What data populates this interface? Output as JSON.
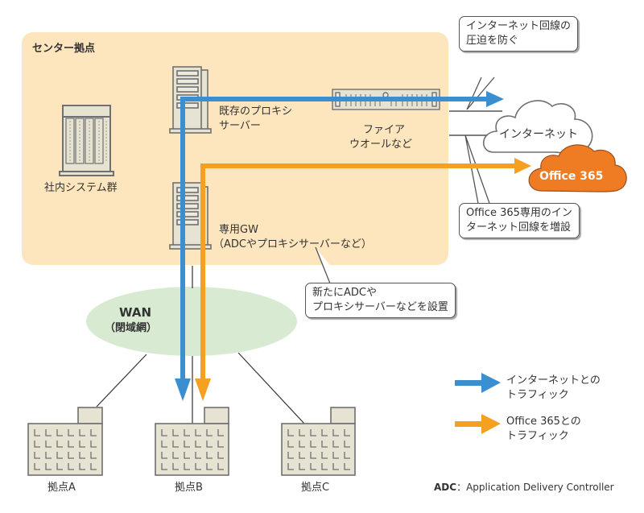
{
  "diagram": {
    "center_site": {
      "title": "センター拠点",
      "internal_systems_label": "社内システム群",
      "existing_proxy_label": [
        "既存のプロキシ",
        "サーバー"
      ],
      "firewall_label": [
        "ファイア",
        "ウオールなど"
      ],
      "dedicated_gw_label": [
        "専用GW",
        "（ADCやプロキシサーバーなど）"
      ]
    },
    "clouds": {
      "internet": "インターネット",
      "office365": "Office 365"
    },
    "callouts": {
      "prevent_congestion": [
        "インターネット回線の",
        "圧迫を防ぐ"
      ],
      "add_line": [
        "Office 365専用のイン",
        "ターネット回線を増設"
      ],
      "install_adc": [
        "新たにADCや",
        "プロキシサーバーなどを設置"
      ]
    },
    "wan": {
      "title": "WAN",
      "subtitle": "（閉域網）"
    },
    "branches": [
      "拠点A",
      "拠点B",
      "拠点C"
    ],
    "legend": [
      {
        "label": [
          "インターネットとの",
          "トラフィック"
        ],
        "color": "#3a8fd0"
      },
      {
        "label": [
          "Office 365との",
          "トラフィック"
        ],
        "color": "#f5a020"
      }
    ],
    "footnote": {
      "abbr": "ADC",
      "separator": "：",
      "expansion": "Application Delivery Controller"
    },
    "colors": {
      "center_bg": "#fde5bd",
      "wan_bg": "#d8ebd2",
      "internet_blue": "#3a8fd0",
      "office_orange": "#f5a020",
      "office_cloud": "#ef7c22",
      "equipment_fill": "#e6e3d3",
      "equipment_stroke": "#707070"
    }
  }
}
